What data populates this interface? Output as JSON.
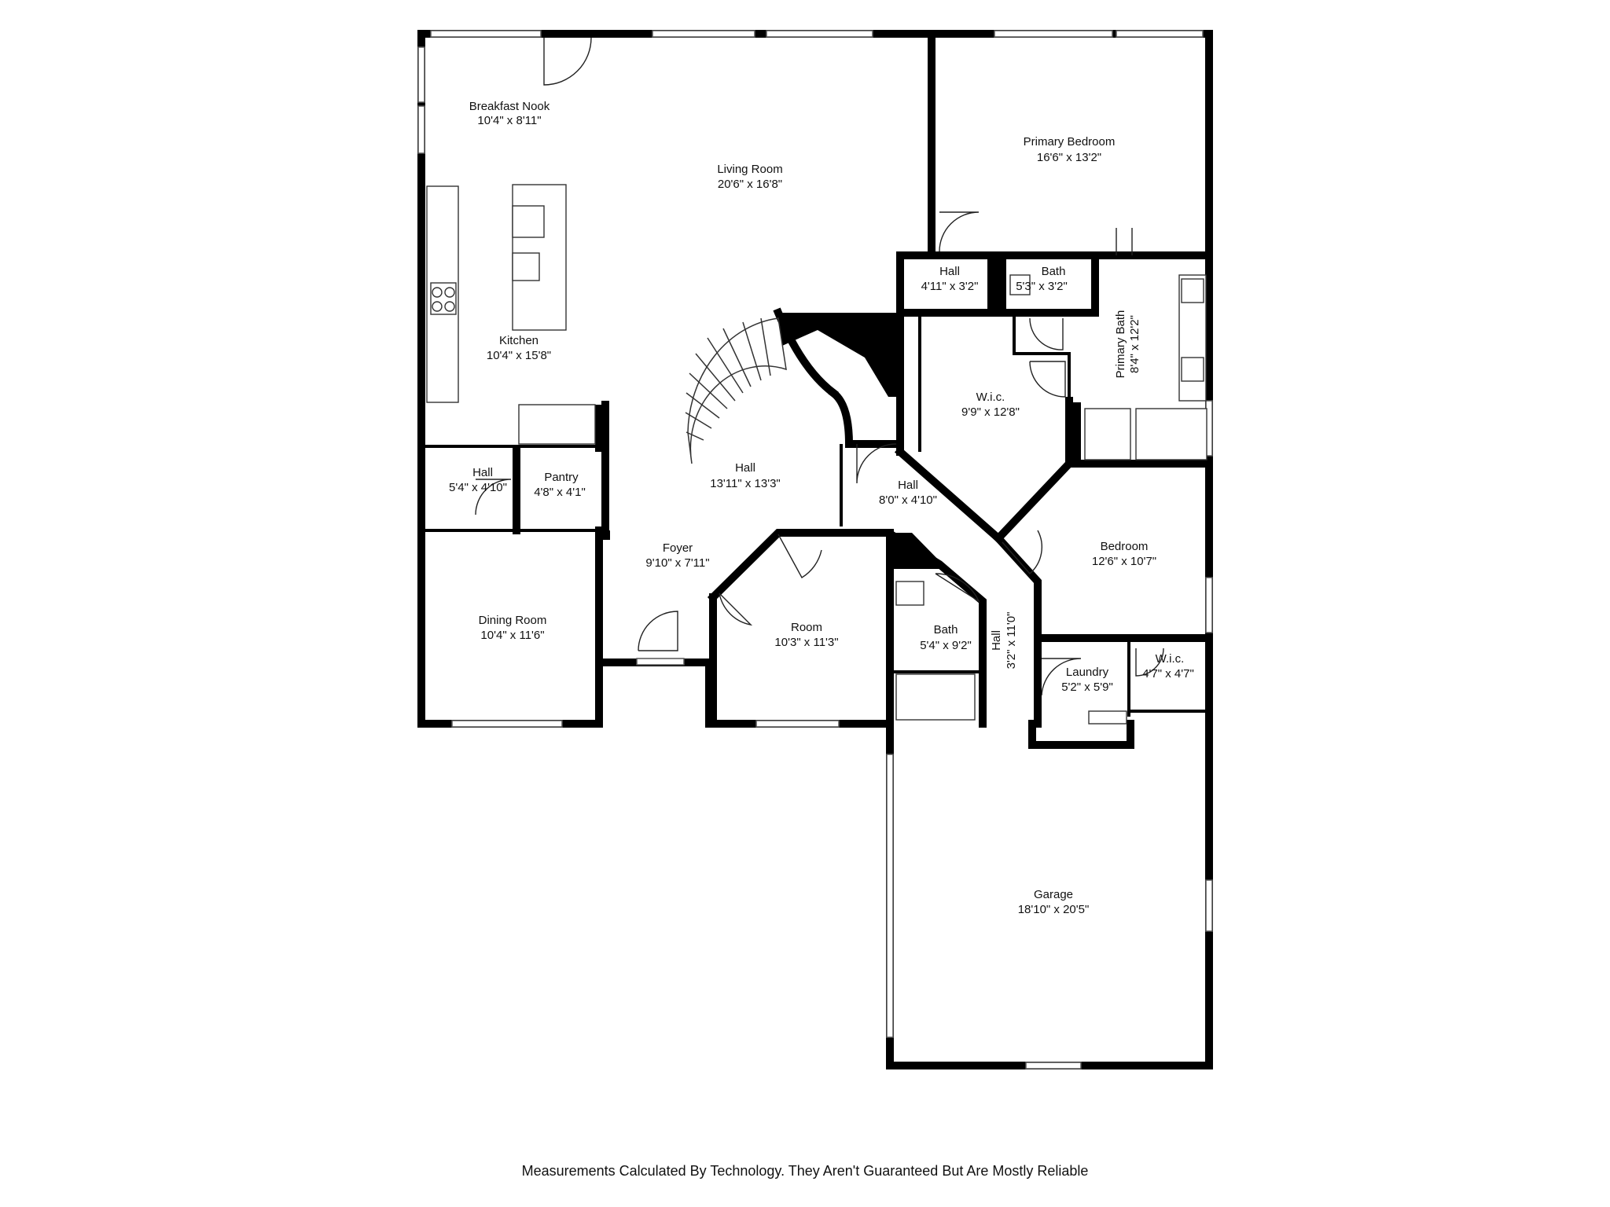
{
  "rooms": {
    "breakfast_nook": {
      "name": "Breakfast Nook",
      "dims": "10'4\" x 8'11\""
    },
    "living_room": {
      "name": "Living Room",
      "dims": "20'6\" x 16'8\""
    },
    "primary_bedroom": {
      "name": "Primary Bedroom",
      "dims": "16'6\" x 13'2\""
    },
    "kitchen": {
      "name": "Kitchen",
      "dims": "10'4\" x 15'8\""
    },
    "hall_top": {
      "name": "Hall",
      "dims": "4'11\" x 3'2\""
    },
    "bath_top": {
      "name": "Bath",
      "dims": "5'3\" x 3'2\""
    },
    "primary_bath": {
      "name": "Primary Bath",
      "dims": "8'4\" x 12'2\""
    },
    "wic_main": {
      "name": "W.i.c.",
      "dims": "9'9\" x 12'8\""
    },
    "hall_left": {
      "name": "Hall",
      "dims": "5'4\" x 4'10\""
    },
    "pantry": {
      "name": "Pantry",
      "dims": "4'8\" x 4'1\""
    },
    "hall_center": {
      "name": "Hall",
      "dims": "13'11\" x 13'3\""
    },
    "hall_mid": {
      "name": "Hall",
      "dims": "8'0\" x 4'10\""
    },
    "foyer": {
      "name": "Foyer",
      "dims": "9'10\" x 7'11\""
    },
    "bedroom": {
      "name": "Bedroom",
      "dims": "12'6\" x 10'7\""
    },
    "dining_room": {
      "name": "Dining Room",
      "dims": "10'4\" x 11'6\""
    },
    "room": {
      "name": "Room",
      "dims": "10'3\" x 11'3\""
    },
    "bath_mid": {
      "name": "Bath",
      "dims": "5'4\" x 9'2\""
    },
    "hall_vertical": {
      "name": "Hall",
      "dims": "3'2\" x 11'0\""
    },
    "laundry": {
      "name": "Laundry",
      "dims": "5'2\" x 5'9\""
    },
    "wic_small": {
      "name": "W.i.c.",
      "dims": "4'7\" x 4'7\""
    },
    "garage": {
      "name": "Garage",
      "dims": "18'10\" x 20'5\""
    }
  },
  "disclaimer": "Measurements Calculated By Technology. They Aren't Guaranteed But Are Mostly Reliable"
}
